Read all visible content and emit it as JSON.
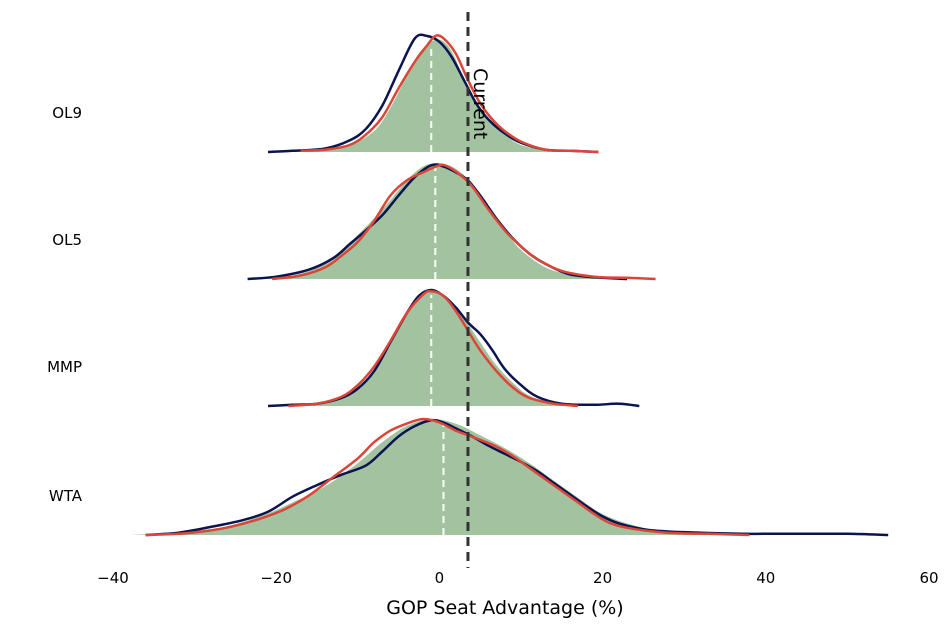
{
  "chart_data": {
    "type": "area",
    "xlabel": "GOP Seat Advantage (%)",
    "xlim": [
      -40,
      60
    ],
    "x_ticks": [
      -40,
      -20,
      0,
      20,
      40,
      60
    ],
    "x_tick_labels": [
      "−40",
      "−20",
      "0",
      "20",
      "40",
      "60"
    ],
    "grid": false,
    "legend": "none",
    "colors": {
      "fill": "#a3c3a0",
      "blue": "#0a1450",
      "red": "#dc4638",
      "reference": "#333333",
      "median": "#ffffff"
    },
    "reference_line": {
      "x": 3.5,
      "label": "Current"
    },
    "rows": [
      {
        "label": "OL9",
        "median": -1,
        "fill": [
          [
            -17,
            0
          ],
          [
            -14,
            0.02
          ],
          [
            -11,
            0.06
          ],
          [
            -8,
            0.18
          ],
          [
            -6,
            0.38
          ],
          [
            -4,
            0.66
          ],
          [
            -2.5,
            0.85
          ],
          [
            -1,
            0.95
          ],
          [
            0,
            0.97
          ],
          [
            1,
            0.92
          ],
          [
            2,
            0.8
          ],
          [
            3,
            0.62
          ],
          [
            4.5,
            0.42
          ],
          [
            6,
            0.28
          ],
          [
            8,
            0.15
          ],
          [
            10,
            0.06
          ],
          [
            13,
            0.02
          ],
          [
            17,
            0
          ]
        ],
        "blue": [
          [
            -21,
            0
          ],
          [
            -18,
            0.01
          ],
          [
            -14,
            0.03
          ],
          [
            -11,
            0.1
          ],
          [
            -9,
            0.2
          ],
          [
            -7,
            0.4
          ],
          [
            -5,
            0.7
          ],
          [
            -3,
            0.98
          ],
          [
            -1.5,
            1.0
          ],
          [
            0,
            0.95
          ],
          [
            1.5,
            0.82
          ],
          [
            3,
            0.62
          ],
          [
            4.5,
            0.42
          ],
          [
            6,
            0.28
          ],
          [
            8,
            0.16
          ],
          [
            10,
            0.08
          ],
          [
            13,
            0.02
          ],
          [
            16,
            0.01
          ],
          [
            19.5,
            0
          ]
        ],
        "red": [
          [
            -17,
            0.01
          ],
          [
            -14,
            0.02
          ],
          [
            -11,
            0.06
          ],
          [
            -9,
            0.15
          ],
          [
            -7,
            0.3
          ],
          [
            -5,
            0.55
          ],
          [
            -3,
            0.78
          ],
          [
            -1.5,
            0.92
          ],
          [
            -0.5,
            1.0
          ],
          [
            0.5,
            0.98
          ],
          [
            2,
            0.85
          ],
          [
            3.5,
            0.62
          ],
          [
            5,
            0.42
          ],
          [
            6.5,
            0.28
          ],
          [
            8,
            0.18
          ],
          [
            10,
            0.09
          ],
          [
            13,
            0.02
          ],
          [
            16,
            0.01
          ],
          [
            19.5,
            0
          ]
        ]
      },
      {
        "label": "OL5",
        "median": -0.5,
        "fill": [
          [
            -22,
            0
          ],
          [
            -18,
            0.03
          ],
          [
            -15,
            0.1
          ],
          [
            -12,
            0.25
          ],
          [
            -9,
            0.45
          ],
          [
            -6,
            0.68
          ],
          [
            -4,
            0.85
          ],
          [
            -2,
            0.97
          ],
          [
            0,
            1.0
          ],
          [
            2,
            0.95
          ],
          [
            4,
            0.82
          ],
          [
            6,
            0.6
          ],
          [
            8,
            0.42
          ],
          [
            10,
            0.25
          ],
          [
            13,
            0.1
          ],
          [
            16,
            0.04
          ],
          [
            20,
            0.01
          ],
          [
            24,
            0
          ]
        ],
        "blue": [
          [
            -23.5,
            0
          ],
          [
            -20,
            0.02
          ],
          [
            -16,
            0.08
          ],
          [
            -13,
            0.18
          ],
          [
            -11,
            0.3
          ],
          [
            -9,
            0.42
          ],
          [
            -7,
            0.55
          ],
          [
            -5,
            0.72
          ],
          [
            -3,
            0.88
          ],
          [
            -1,
            0.98
          ],
          [
            0.5,
            0.97
          ],
          [
            2,
            0.92
          ],
          [
            3.5,
            0.85
          ],
          [
            5,
            0.72
          ],
          [
            7,
            0.52
          ],
          [
            9,
            0.35
          ],
          [
            11,
            0.22
          ],
          [
            13,
            0.13
          ],
          [
            16,
            0.04
          ],
          [
            20,
            0.01
          ],
          [
            23,
            0
          ]
        ],
        "red": [
          [
            -20.5,
            0
          ],
          [
            -17,
            0.03
          ],
          [
            -14,
            0.1
          ],
          [
            -12,
            0.2
          ],
          [
            -10,
            0.32
          ],
          [
            -8,
            0.5
          ],
          [
            -6,
            0.72
          ],
          [
            -4,
            0.85
          ],
          [
            -2,
            0.92
          ],
          [
            0,
            0.98
          ],
          [
            1,
            0.97
          ],
          [
            2.5,
            0.9
          ],
          [
            4,
            0.8
          ],
          [
            6,
            0.6
          ],
          [
            8,
            0.42
          ],
          [
            10,
            0.28
          ],
          [
            12,
            0.17
          ],
          [
            15,
            0.07
          ],
          [
            19,
            0.02
          ],
          [
            23,
            0.01
          ],
          [
            26.5,
            0
          ]
        ]
      },
      {
        "label": "MMP",
        "median": -1,
        "fill": [
          [
            -18,
            0
          ],
          [
            -15,
            0.02
          ],
          [
            -12,
            0.08
          ],
          [
            -9,
            0.22
          ],
          [
            -7,
            0.42
          ],
          [
            -5,
            0.68
          ],
          [
            -3,
            0.9
          ],
          [
            -1,
            0.99
          ],
          [
            0,
            0.98
          ],
          [
            1.5,
            0.9
          ],
          [
            3,
            0.76
          ],
          [
            5,
            0.55
          ],
          [
            7,
            0.35
          ],
          [
            9,
            0.2
          ],
          [
            11,
            0.09
          ],
          [
            14,
            0.03
          ],
          [
            18,
            0
          ]
        ],
        "blue": [
          [
            -21,
            0
          ],
          [
            -18,
            0.01
          ],
          [
            -15,
            0.02
          ],
          [
            -12,
            0.07
          ],
          [
            -10,
            0.15
          ],
          [
            -8,
            0.3
          ],
          [
            -6,
            0.55
          ],
          [
            -4,
            0.8
          ],
          [
            -2.5,
            0.95
          ],
          [
            -1,
            1.0
          ],
          [
            0.5,
            0.95
          ],
          [
            2,
            0.85
          ],
          [
            3.5,
            0.72
          ],
          [
            5,
            0.62
          ],
          [
            6.5,
            0.48
          ],
          [
            8,
            0.32
          ],
          [
            10,
            0.18
          ],
          [
            12,
            0.08
          ],
          [
            15,
            0.02
          ],
          [
            19,
            0.01
          ],
          [
            22,
            0.02
          ],
          [
            24.5,
            0
          ]
        ],
        "red": [
          [
            -18.5,
            0
          ],
          [
            -15,
            0.02
          ],
          [
            -12,
            0.08
          ],
          [
            -10,
            0.18
          ],
          [
            -8,
            0.34
          ],
          [
            -6,
            0.56
          ],
          [
            -4,
            0.8
          ],
          [
            -2,
            0.96
          ],
          [
            -1,
            0.99
          ],
          [
            0.5,
            0.95
          ],
          [
            2,
            0.82
          ],
          [
            3.5,
            0.65
          ],
          [
            5,
            0.48
          ],
          [
            7,
            0.3
          ],
          [
            9,
            0.16
          ],
          [
            11,
            0.07
          ],
          [
            14,
            0.02
          ],
          [
            17,
            0
          ]
        ]
      },
      {
        "label": "WTA",
        "median": 0.5,
        "fill": [
          [
            -38,
            0
          ],
          [
            -32,
            0.02
          ],
          [
            -27,
            0.06
          ],
          [
            -22,
            0.16
          ],
          [
            -18,
            0.28
          ],
          [
            -14,
            0.42
          ],
          [
            -10,
            0.62
          ],
          [
            -7,
            0.8
          ],
          [
            -4,
            0.94
          ],
          [
            -1,
            1.0
          ],
          [
            2,
            0.96
          ],
          [
            5,
            0.86
          ],
          [
            8,
            0.75
          ],
          [
            11,
            0.62
          ],
          [
            14,
            0.47
          ],
          [
            17,
            0.32
          ],
          [
            20,
            0.18
          ],
          [
            24,
            0.08
          ],
          [
            28,
            0.03
          ],
          [
            33,
            0.01
          ],
          [
            40,
            0
          ]
        ],
        "blue": [
          [
            -36,
            0
          ],
          [
            -32,
            0.02
          ],
          [
            -28,
            0.07
          ],
          [
            -24,
            0.13
          ],
          [
            -21,
            0.2
          ],
          [
            -18,
            0.33
          ],
          [
            -15,
            0.43
          ],
          [
            -12,
            0.52
          ],
          [
            -9,
            0.6
          ],
          [
            -7,
            0.72
          ],
          [
            -5,
            0.85
          ],
          [
            -3,
            0.94
          ],
          [
            -1,
            0.99
          ],
          [
            0.5,
            0.97
          ],
          [
            2,
            0.92
          ],
          [
            4,
            0.85
          ],
          [
            6,
            0.77
          ],
          [
            8,
            0.7
          ],
          [
            10,
            0.63
          ],
          [
            12,
            0.55
          ],
          [
            14,
            0.45
          ],
          [
            16,
            0.35
          ],
          [
            18,
            0.25
          ],
          [
            20,
            0.16
          ],
          [
            22,
            0.1
          ],
          [
            25,
            0.05
          ],
          [
            28,
            0.03
          ],
          [
            32,
            0.02
          ],
          [
            37,
            0.01
          ],
          [
            40,
            0.01
          ],
          [
            45,
            0.01
          ],
          [
            50,
            0.01
          ],
          [
            55,
            0
          ]
        ],
        "red": [
          [
            -36,
            0
          ],
          [
            -32,
            0.01
          ],
          [
            -28,
            0.04
          ],
          [
            -25,
            0.08
          ],
          [
            -22,
            0.14
          ],
          [
            -19,
            0.22
          ],
          [
            -16,
            0.34
          ],
          [
            -13,
            0.5
          ],
          [
            -10,
            0.66
          ],
          [
            -8,
            0.8
          ],
          [
            -6,
            0.9
          ],
          [
            -4,
            0.96
          ],
          [
            -2,
            1.0
          ],
          [
            0,
            0.97
          ],
          [
            2,
            0.9
          ],
          [
            3.5,
            0.86
          ],
          [
            5,
            0.82
          ],
          [
            7,
            0.76
          ],
          [
            9,
            0.68
          ],
          [
            11,
            0.58
          ],
          [
            13,
            0.48
          ],
          [
            15,
            0.38
          ],
          [
            17,
            0.28
          ],
          [
            19,
            0.18
          ],
          [
            21,
            0.1
          ],
          [
            24,
            0.05
          ],
          [
            28,
            0.02
          ],
          [
            33,
            0.01
          ],
          [
            38,
            0
          ]
        ]
      }
    ]
  }
}
